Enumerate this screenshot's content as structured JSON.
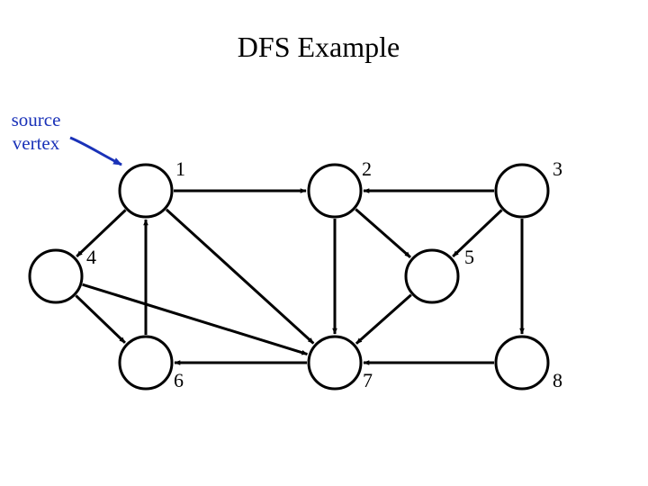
{
  "title": "DFS Example",
  "source_label": {
    "line1": "source",
    "line2": "vertex"
  },
  "graph": {
    "nodes": [
      {
        "id": "1",
        "label": "1"
      },
      {
        "id": "2",
        "label": "2"
      },
      {
        "id": "3",
        "label": "3"
      },
      {
        "id": "4",
        "label": "4"
      },
      {
        "id": "5",
        "label": "5"
      },
      {
        "id": "6",
        "label": "6"
      },
      {
        "id": "7",
        "label": "7"
      },
      {
        "id": "8",
        "label": "8"
      }
    ],
    "edges": [
      {
        "from": "1",
        "to": "2"
      },
      {
        "from": "3",
        "to": "2"
      },
      {
        "from": "1",
        "to": "4"
      },
      {
        "from": "6",
        "to": "1"
      },
      {
        "from": "1",
        "to": "7"
      },
      {
        "from": "2",
        "to": "7"
      },
      {
        "from": "2",
        "to": "5"
      },
      {
        "from": "3",
        "to": "5"
      },
      {
        "from": "4",
        "to": "6"
      },
      {
        "from": "4",
        "to": "7"
      },
      {
        "from": "5",
        "to": "7"
      },
      {
        "from": "3",
        "to": "8"
      },
      {
        "from": "8",
        "to": "7"
      },
      {
        "from": "7",
        "to": "6"
      }
    ],
    "source_node": "1"
  },
  "colors": {
    "node_stroke": "#000000",
    "edge": "#000000",
    "source_pointer": "#1a32b8"
  }
}
